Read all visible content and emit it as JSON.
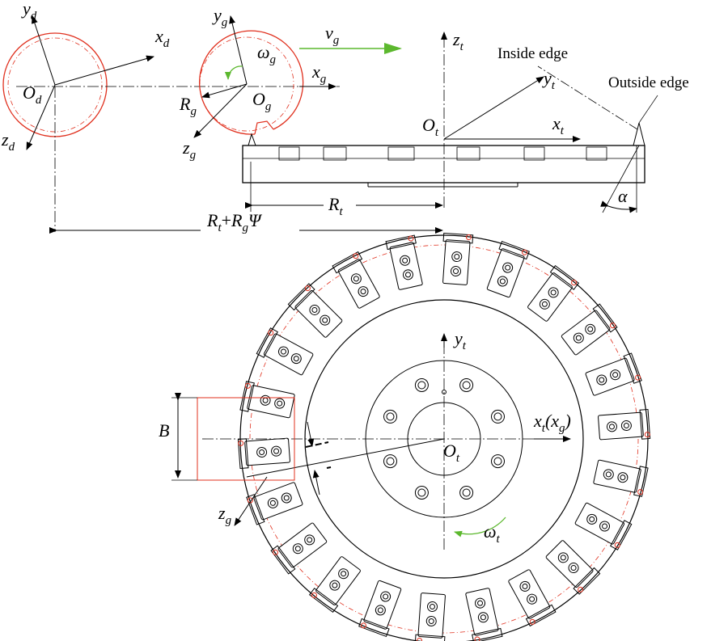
{
  "labels": {
    "yd": "y",
    "yd_sub": "d",
    "xd": "x",
    "xd_sub": "d",
    "Od": "O",
    "Od_sub": "d",
    "zd": "z",
    "zd_sub": "d",
    "yg": "y",
    "yg_sub": "g",
    "omega_g": "ω",
    "omega_g_sub": "g",
    "xg": "x",
    "xg_sub": "g",
    "Rg": "R",
    "Rg_sub": "g",
    "Og": "O",
    "Og_sub": "g",
    "zg": "z",
    "zg_sub": "g",
    "vg": "v",
    "vg_sub": "g",
    "zt": "z",
    "zt_sub": "t",
    "yt_top": "y",
    "yt_top_sub": "t",
    "inside_edge": "Inside edge",
    "outside_edge": "Outside edge",
    "Ot_top": "O",
    "Ot_top_sub": "t",
    "xt_top": "x",
    "xt_top_sub": "t",
    "Rt": "R",
    "Rt_sub": "t",
    "alpha": "α",
    "sum_R1": "R",
    "sum_R1_sub": "t",
    "sum_plus": "+",
    "sum_R2": "R",
    "sum_R2_sub": "g",
    "sum_psi": "Ψ",
    "yt_bot": "y",
    "yt_bot_sub": "t",
    "xt_bot": "x",
    "xt_bot_sub": "t",
    "xt_paren_open": "(",
    "xg_paren": "x",
    "xg_paren_sub": "g",
    "xt_paren_close": ")",
    "Ot_bot": "O",
    "Ot_bot_sub": "t",
    "B": "B",
    "zg_bot": "z",
    "zg_bot_sub": "g",
    "omega_t": "ω",
    "omega_t_sub": "t"
  },
  "colors": {
    "line": "#000000",
    "red": "#e0301e",
    "green": "#5cb82e"
  }
}
